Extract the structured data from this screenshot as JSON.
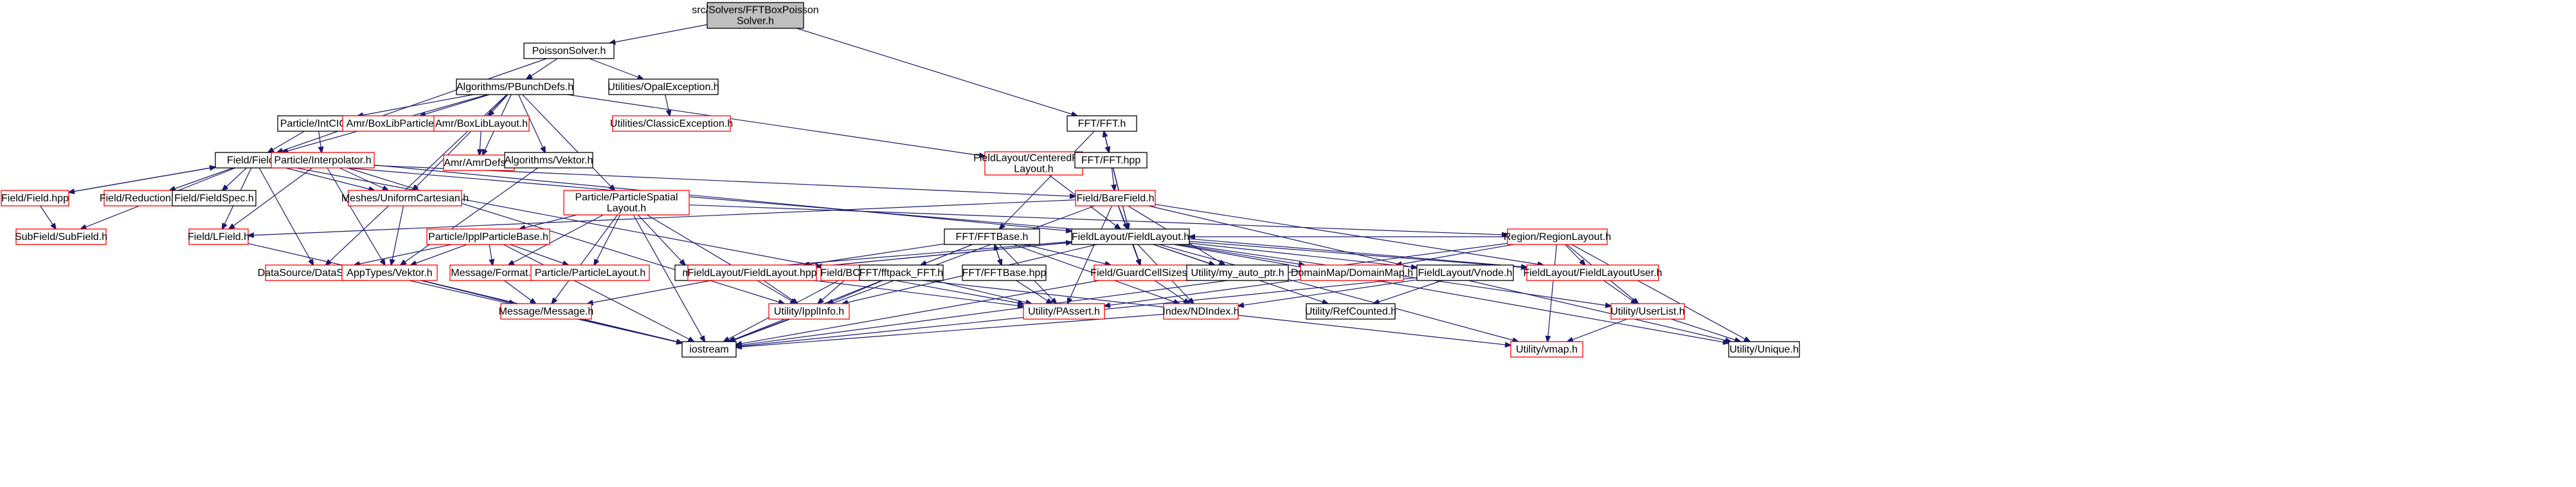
{
  "diagram": {
    "type": "include-dependency-graph",
    "colors": {
      "background": "#ffffff",
      "node_border": "#000000",
      "missing_border": "#ff0000",
      "root_fill": "#bfbfbf",
      "edge": "#191970",
      "text": "#000000"
    },
    "nodes": [
      {
        "id": "root",
        "label": [
          "src/Solvers/FFTBoxPoisson",
          "Solver.h"
        ],
        "style": "root"
      },
      {
        "id": "poisson",
        "label": [
          "PoissonSolver.h"
        ],
        "style": "normal"
      },
      {
        "id": "pbunch",
        "label": [
          "Algorithms/PBunchDefs.h"
        ],
        "style": "normal"
      },
      {
        "id": "opalexc",
        "label": [
          "Utilities/OpalException.h"
        ],
        "style": "normal"
      },
      {
        "id": "classicexc",
        "label": [
          "Utilities/ClassicException.h"
        ],
        "style": "missing"
      },
      {
        "id": "fftfft",
        "label": [
          "FFT/FFT.h"
        ],
        "style": "normal"
      },
      {
        "id": "intcic",
        "label": [
          "Particle/IntCIC.h"
        ],
        "style": "normal"
      },
      {
        "id": "boxlibparticle",
        "label": [
          "Amr/BoxLibParticle.h"
        ],
        "style": "missing"
      },
      {
        "id": "boxliblayout",
        "label": [
          "Amr/BoxLibLayout.h"
        ],
        "style": "missing"
      },
      {
        "id": "amrdefs",
        "label": [
          "Amr/AmrDefs.h"
        ],
        "style": "missing"
      },
      {
        "id": "algvektor",
        "label": [
          "Algorithms/Vektor.h"
        ],
        "style": "normal"
      },
      {
        "id": "centered",
        "label": [
          "FieldLayout/CenteredField",
          "Layout.h"
        ],
        "style": "missing"
      },
      {
        "id": "ffthpp",
        "label": [
          "FFT/FFT.hpp"
        ],
        "style": "normal"
      },
      {
        "id": "field",
        "label": [
          "Field/Field.h"
        ],
        "style": "normal"
      },
      {
        "id": "pinterp",
        "label": [
          "Particle/Interpolator.h"
        ],
        "style": "missing"
      },
      {
        "id": "fieldhpp",
        "label": [
          "Field/Field.hpp"
        ],
        "style": "missing"
      },
      {
        "id": "reduction",
        "label": [
          "Field/ReductionLoc.h"
        ],
        "style": "missing"
      },
      {
        "id": "fieldspec",
        "label": [
          "Field/FieldSpec.h"
        ],
        "style": "normal"
      },
      {
        "id": "meshes",
        "label": [
          "Meshes/UniformCartesian.h"
        ],
        "style": "missing"
      },
      {
        "id": "pspatial",
        "label": [
          "Particle/ParticleSpatial",
          "Layout.h"
        ],
        "style": "missing"
      },
      {
        "id": "bare",
        "label": [
          "Field/BareField.h"
        ],
        "style": "missing"
      },
      {
        "id": "subfield",
        "label": [
          "SubField/SubField.h"
        ],
        "style": "missing"
      },
      {
        "id": "lfield",
        "label": [
          "Field/LField.h"
        ],
        "style": "missing"
      },
      {
        "id": "ippbase",
        "label": [
          "Particle/IpplParticleBase.h"
        ],
        "style": "missing"
      },
      {
        "id": "fftbase",
        "label": [
          "FFT/FFTBase.h"
        ],
        "style": "normal"
      },
      {
        "id": "fflayout",
        "label": [
          "FieldLayout/FieldLayout.h"
        ],
        "style": "normal"
      },
      {
        "id": "region",
        "label": [
          "Region/RegionLayout.h"
        ],
        "style": "missing"
      },
      {
        "id": "datasource",
        "label": [
          "DataSource/DataSource.h"
        ],
        "style": "missing"
      },
      {
        "id": "apptypes",
        "label": [
          "AppTypes/Vektor.h"
        ],
        "style": "missing"
      },
      {
        "id": "msgformat",
        "label": [
          "Message/Format.h"
        ],
        "style": "missing"
      },
      {
        "id": "playout",
        "label": [
          "Particle/ParticleLayout.h"
        ],
        "style": "missing"
      },
      {
        "id": "map",
        "label": [
          "map"
        ],
        "style": "normal"
      },
      {
        "id": "flhpp",
        "label": [
          "FieldLayout/FieldLayout.hpp"
        ],
        "style": "missing"
      },
      {
        "id": "bcond",
        "label": [
          "Field/BCond.h"
        ],
        "style": "missing"
      },
      {
        "id": "fftpack",
        "label": [
          "FFT/fftpack_FFT.h"
        ],
        "style": "normal"
      },
      {
        "id": "fftbasehpp",
        "label": [
          "FFT/FFTBase.hpp"
        ],
        "style": "normal"
      },
      {
        "id": "guard",
        "label": [
          "Field/GuardCellSizes.h"
        ],
        "style": "missing"
      },
      {
        "id": "myauto",
        "label": [
          "Utility/my_auto_ptr.h"
        ],
        "style": "normal"
      },
      {
        "id": "domainmap",
        "label": [
          "DomainMap/DomainMap.h"
        ],
        "style": "missing"
      },
      {
        "id": "vnode",
        "label": [
          "FieldLayout/Vnode.h"
        ],
        "style": "normal"
      },
      {
        "id": "fluser",
        "label": [
          "FieldLayout/FieldLayoutUser.h"
        ],
        "style": "missing"
      },
      {
        "id": "message",
        "label": [
          "Message/Message.h"
        ],
        "style": "missing"
      },
      {
        "id": "ippinfo",
        "label": [
          "Utility/IpplInfo.h"
        ],
        "style": "missing"
      },
      {
        "id": "passet",
        "label": [
          "Utility/PAssert.h"
        ],
        "style": "missing"
      },
      {
        "id": "ndindex",
        "label": [
          "Index/NDIndex.h"
        ],
        "style": "missing"
      },
      {
        "id": "refcounted",
        "label": [
          "Utility/RefCounted.h"
        ],
        "style": "normal"
      },
      {
        "id": "userlist",
        "label": [
          "Utility/UserList.h"
        ],
        "style": "missing"
      },
      {
        "id": "iostream",
        "label": [
          "iostream"
        ],
        "style": "normal"
      },
      {
        "id": "vmap",
        "label": [
          "Utility/vmap.h"
        ],
        "style": "missing"
      },
      {
        "id": "unique",
        "label": [
          "Utility/Unique.h"
        ],
        "style": "normal"
      }
    ],
    "edges": [
      [
        "root",
        "poisson"
      ],
      [
        "root",
        "fftfft"
      ],
      [
        "poisson",
        "pbunch"
      ],
      [
        "poisson",
        "opalexc"
      ],
      [
        "poisson",
        "field"
      ],
      [
        "opalexc",
        "classicexc"
      ],
      [
        "pbunch",
        "intcic"
      ],
      [
        "pbunch",
        "boxlibparticle"
      ],
      [
        "pbunch",
        "boxliblayout"
      ],
      [
        "pbunch",
        "amrdefs"
      ],
      [
        "pbunch",
        "algvektor"
      ],
      [
        "pbunch",
        "centered"
      ],
      [
        "pbunch",
        "field"
      ],
      [
        "pbunch",
        "meshes"
      ],
      [
        "pbunch",
        "pspatial"
      ],
      [
        "pbunch",
        "datasource"
      ],
      [
        "boxliblayout",
        "amrdefs"
      ],
      [
        "intcic",
        "field"
      ],
      [
        "intcic",
        "pinterp"
      ],
      [
        "algvektor",
        "apptypes"
      ],
      [
        "fftfft",
        "ffthpp"
      ],
      [
        "fftfft",
        "fftbase"
      ],
      [
        "fftfft",
        "fflayout"
      ],
      [
        "ffthpp",
        "fftfft"
      ],
      [
        "ffthpp",
        "bare"
      ],
      [
        "ffthpp",
        "fflayout"
      ],
      [
        "centered",
        "fflayout"
      ],
      [
        "field",
        "fieldhpp"
      ],
      [
        "field",
        "reduction"
      ],
      [
        "field",
        "fieldspec"
      ],
      [
        "field",
        "meshes"
      ],
      [
        "field",
        "bare"
      ],
      [
        "field",
        "subfield"
      ],
      [
        "field",
        "lfield"
      ],
      [
        "field",
        "datasource"
      ],
      [
        "field",
        "bcond"
      ],
      [
        "field",
        "fluser"
      ],
      [
        "fieldhpp",
        "field"
      ],
      [
        "fieldhpp",
        "subfield"
      ],
      [
        "pinterp",
        "lfield"
      ],
      [
        "pinterp",
        "apptypes"
      ],
      [
        "pinterp",
        "meshes"
      ],
      [
        "pinterp",
        "fflayout"
      ],
      [
        "pinterp",
        "ippinfo"
      ],
      [
        "meshes",
        "apptypes"
      ],
      [
        "pspatial",
        "ippbase"
      ],
      [
        "pspatial",
        "playout"
      ],
      [
        "pspatial",
        "map"
      ],
      [
        "pspatial",
        "msgformat"
      ],
      [
        "pspatial",
        "message"
      ],
      [
        "pspatial",
        "region"
      ],
      [
        "pspatial",
        "iostream"
      ],
      [
        "pspatial",
        "ippinfo"
      ],
      [
        "bare",
        "fflayout"
      ],
      [
        "bare",
        "lfield"
      ],
      [
        "bare",
        "guard"
      ],
      [
        "bare",
        "passet"
      ],
      [
        "bare",
        "myauto"
      ],
      [
        "bare",
        "iostream"
      ],
      [
        "bare",
        "fluser"
      ],
      [
        "bare",
        "unique"
      ],
      [
        "lfield",
        "iostream"
      ],
      [
        "ippbase",
        "datasource"
      ],
      [
        "ippbase",
        "apptypes"
      ],
      [
        "ippbase",
        "msgformat"
      ],
      [
        "ippbase",
        "playout"
      ],
      [
        "ippbase",
        "iostream"
      ],
      [
        "apptypes",
        "message"
      ],
      [
        "apptypes",
        "iostream"
      ],
      [
        "msgformat",
        "message"
      ],
      [
        "fftbase",
        "fftbasehpp"
      ],
      [
        "fftbase",
        "fftpack"
      ],
      [
        "fftbase",
        "flhpp"
      ],
      [
        "fftbase",
        "passet"
      ],
      [
        "fftbase",
        "ndindex"
      ],
      [
        "fftbase",
        "iostream"
      ],
      [
        "fftbase",
        "guard"
      ],
      [
        "fftbasehpp",
        "fftbase"
      ],
      [
        "fftbasehpp",
        "passet"
      ],
      [
        "fflayout",
        "flhpp"
      ],
      [
        "fflayout",
        "map"
      ],
      [
        "fflayout",
        "guard"
      ],
      [
        "fflayout",
        "myauto"
      ],
      [
        "fflayout",
        "domainmap"
      ],
      [
        "fflayout",
        "vnode"
      ],
      [
        "fflayout",
        "fluser"
      ],
      [
        "fflayout",
        "ndindex"
      ],
      [
        "fflayout",
        "vmap"
      ],
      [
        "fflayout",
        "ippinfo"
      ],
      [
        "fflayout",
        "refcounted"
      ],
      [
        "fflayout",
        "userlist"
      ],
      [
        "fflayout",
        "unique"
      ],
      [
        "flhpp",
        "fflayout"
      ],
      [
        "flhpp",
        "ippinfo"
      ],
      [
        "flhpp",
        "message"
      ],
      [
        "flhpp",
        "passet"
      ],
      [
        "region",
        "fflayout"
      ],
      [
        "region",
        "fluser"
      ],
      [
        "region",
        "vmap"
      ],
      [
        "region",
        "userlist"
      ],
      [
        "region",
        "unique"
      ],
      [
        "region",
        "domainmap"
      ],
      [
        "region",
        "iostream"
      ],
      [
        "bcond",
        "ippinfo"
      ],
      [
        "bcond",
        "iostream"
      ],
      [
        "bcond",
        "passet"
      ],
      [
        "bcond",
        "vmap"
      ],
      [
        "fftpack",
        "passet"
      ],
      [
        "fftpack",
        "ippinfo"
      ],
      [
        "guard",
        "ndindex"
      ],
      [
        "guard",
        "iostream"
      ],
      [
        "domainmap",
        "passet"
      ],
      [
        "vnode",
        "ndindex"
      ],
      [
        "vnode",
        "refcounted"
      ],
      [
        "vnode",
        "iostream"
      ],
      [
        "fluser",
        "userlist"
      ],
      [
        "message",
        "iostream"
      ],
      [
        "ippinfo",
        "iostream"
      ],
      [
        "ndindex",
        "iostream"
      ],
      [
        "userlist",
        "unique"
      ],
      [
        "userlist",
        "vmap"
      ]
    ]
  }
}
